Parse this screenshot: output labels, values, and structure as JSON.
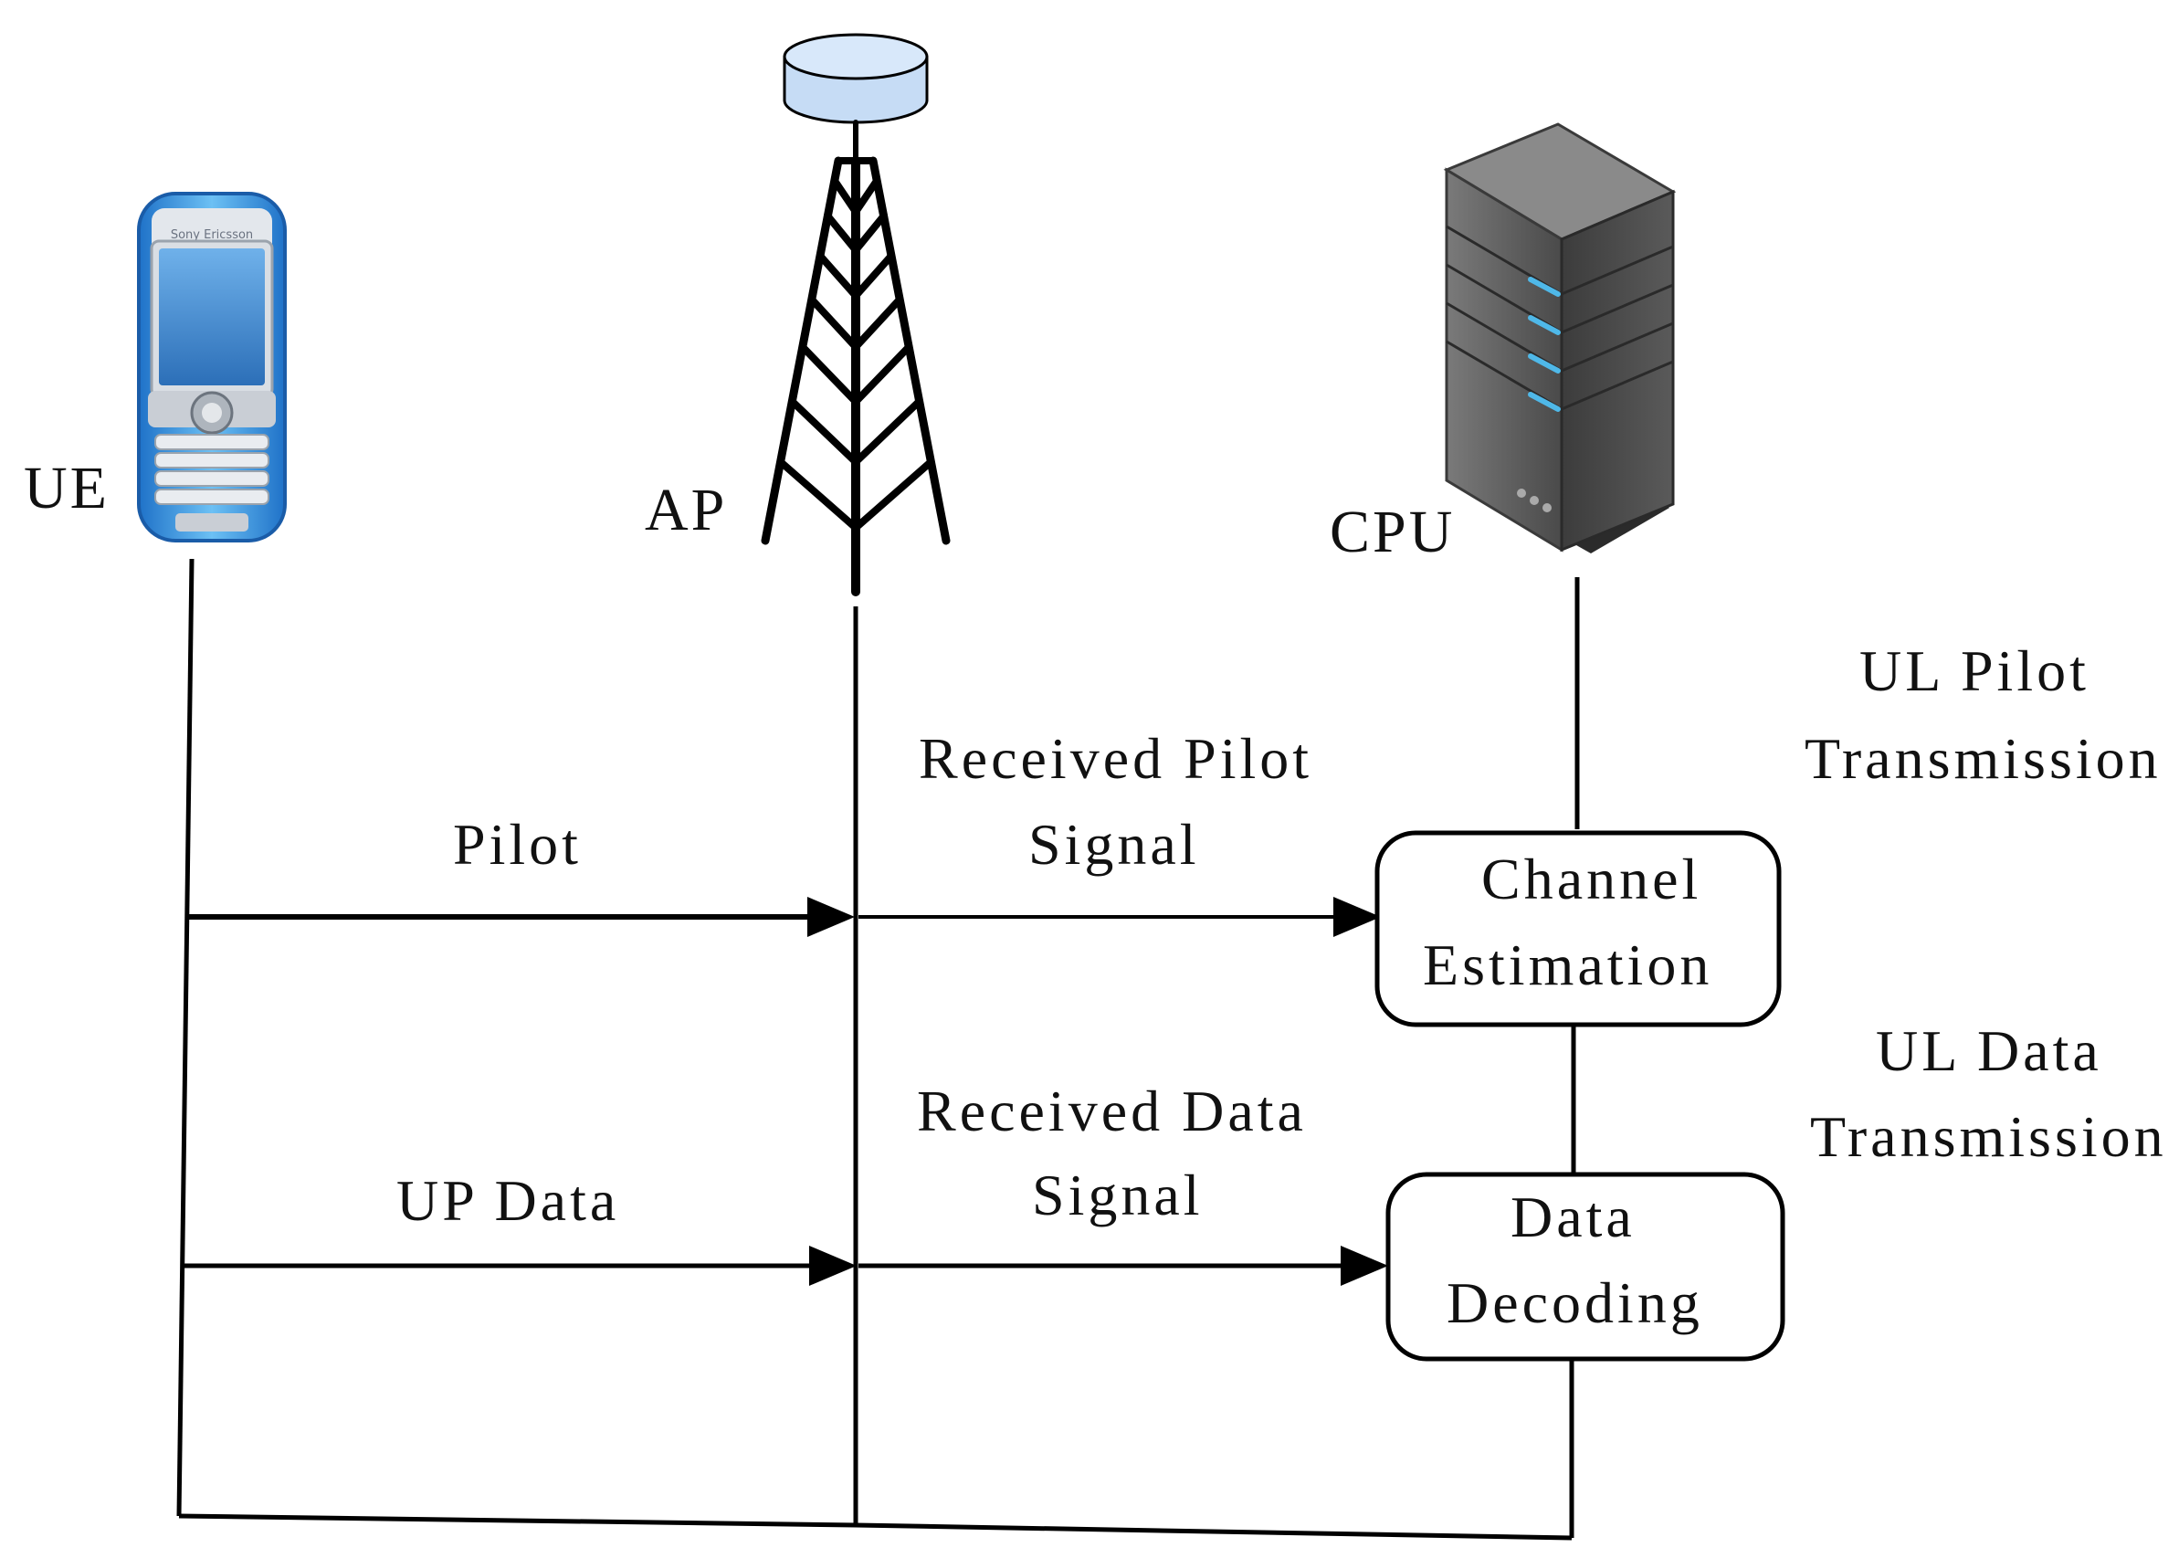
{
  "entities": {
    "ue": {
      "label": "UE",
      "icon": "mobile-phone-icon",
      "brand": "Sony Ericsson"
    },
    "ap": {
      "label": "AP",
      "icon": "antenna-tower-icon"
    },
    "cpu": {
      "label": "CPU",
      "icon": "server-rack-icon"
    }
  },
  "messages": {
    "pilot": "Pilot",
    "received_pilot_line1": "Received Pilot",
    "received_pilot_line2": "Signal",
    "up_data": "UP Data",
    "received_data_line1": "Received Data",
    "received_data_line2": "Signal"
  },
  "processes": {
    "channel_estimation_line1": "Channel",
    "channel_estimation_line2": "Estimation",
    "data_decoding_line1": "Data",
    "data_decoding_line2": "Decoding"
  },
  "phases": {
    "ul_pilot_line1": "UL Pilot",
    "ul_pilot_line2": "Transmission",
    "ul_data_line1": "UL Data",
    "ul_data_line2": "Transmission"
  },
  "colors": {
    "line": "#000000",
    "phone_body": "#3a93df",
    "phone_screen": "#4a8fd0",
    "antenna_top": "#c6dcf5",
    "server_body": "#5c5c5c",
    "server_accent": "#4fb8e8"
  }
}
